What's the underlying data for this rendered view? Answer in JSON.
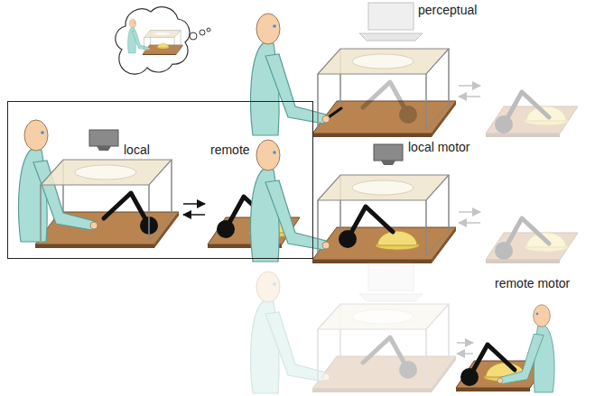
{
  "diagram": {
    "nodes": [
      {
        "text": [
          "local",
          "remote"
        ]
      }
    ],
    "labels": [
      "perceptual",
      "local motor",
      "remote motor"
    ]
  }
}
